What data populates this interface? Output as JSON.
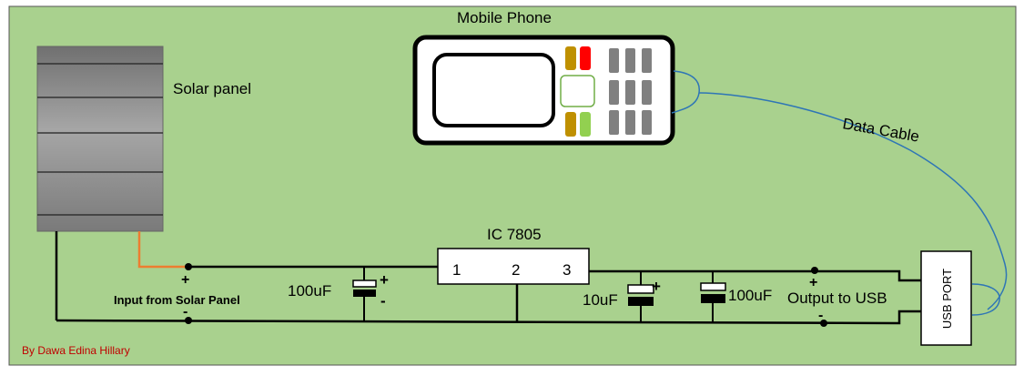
{
  "diagram": {
    "phone_label": "Mobile Phone",
    "solar_panel_label": "Solar panel",
    "data_cable_label": "Data Cable",
    "ic_label": "IC 7805",
    "ic_pins": [
      "1",
      "2",
      "3"
    ],
    "input_label": "Input from Solar Panel",
    "input_plus": "+",
    "input_minus": "-",
    "cap1_label": "100uF",
    "cap1_plus": "+",
    "cap1_minus": "-",
    "cap2_label": "10uF",
    "cap2_plus": "+",
    "cap3_label": "100uF",
    "output_label": "Output to USB",
    "output_plus": "+",
    "output_minus": "-",
    "usb_label": "USB PORT",
    "author_label": "By Dawa Edina Hillary"
  },
  "colors": {
    "background": "#a9d18e",
    "wire": "#000000",
    "solar_wire": "#ed7d31",
    "data_cable": "#2e75b6",
    "author_text": "#c00000",
    "panel_grey": "#8c8c8c"
  }
}
